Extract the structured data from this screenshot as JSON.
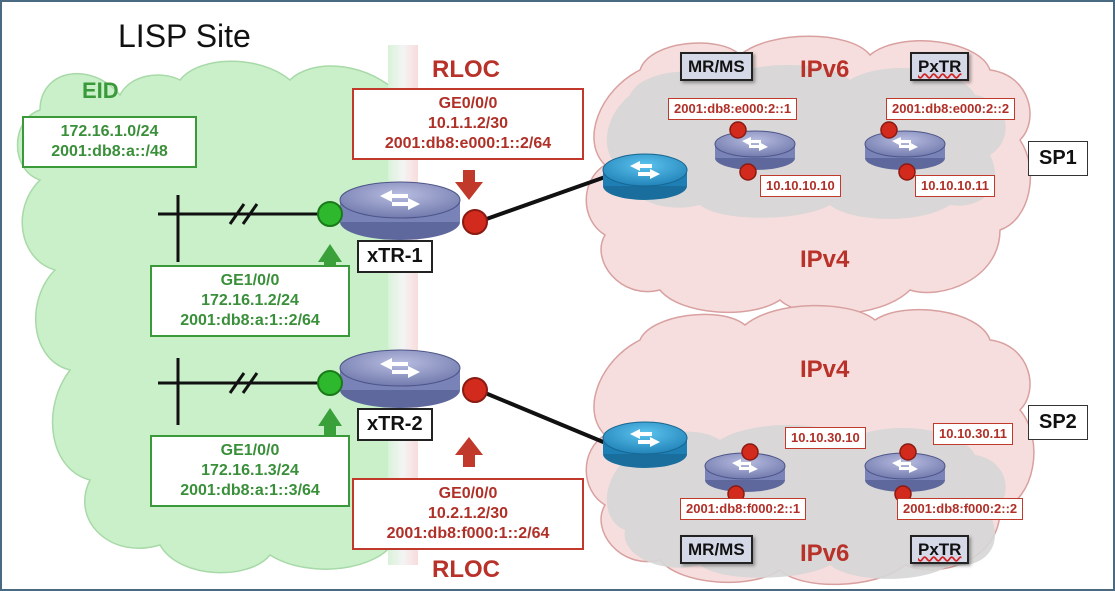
{
  "title": "LISP Site",
  "eid": {
    "label": "EID",
    "prefix_v4": "172.16.1.0/24",
    "prefix_v6": "2001:db8:a::/48"
  },
  "rloc_label_top": "RLOC",
  "rloc_label_bottom": "RLOC",
  "xtr1": {
    "name": "xTR-1",
    "inside": {
      "iface": "GE1/0/0",
      "v4": "172.16.1.2/24",
      "v6": "2001:db8:a:1::2/64"
    },
    "outside": {
      "iface": "GE0/0/0",
      "v4": "10.1.1.2/30",
      "v6": "2001:db8:e000:1::2/64"
    }
  },
  "xtr2": {
    "name": "xTR-2",
    "inside": {
      "iface": "GE1/0/0",
      "v4": "172.16.1.3/24",
      "v6": "2001:db8:a:1::3/64"
    },
    "outside": {
      "iface": "GE0/0/0",
      "v4": "10.2.1.2/30",
      "v6": "2001:db8:f000:1::2/64"
    }
  },
  "sp1": {
    "name": "SP1",
    "ipv6_label": "IPv6",
    "ipv4_label": "IPv4",
    "mrms": {
      "role": "MR/MS",
      "v6": "2001:db8:e000:2::1",
      "v4": "10.10.10.10"
    },
    "pxtr": {
      "role": "PxTR",
      "v6": "2001:db8:e000:2::2",
      "v4": "10.10.10.11"
    }
  },
  "sp2": {
    "name": "SP2",
    "ipv6_label": "IPv6",
    "ipv4_label": "IPv4",
    "mrms": {
      "role": "MR/MS",
      "v6": "2001:db8:f000:2::1",
      "v4": "10.10.30.10"
    },
    "pxtr": {
      "role": "PxTR",
      "v6": "2001:db8:f000:2::2",
      "v4": "10.10.30.11"
    }
  },
  "colors": {
    "eid_cloud": "#c9f0c9",
    "sp_cloud": "#f6dede",
    "cloud_outline": "#d9a0a0",
    "inner_gray": "#d6d6d6",
    "router_blue": "#2a9bd2",
    "router_gray": "#8a93c4",
    "rloc_red": "#c0392b",
    "eid_green": "#3a9a3a"
  },
  "icons": {
    "router": "router-icon",
    "interface_dot": "interface-dot-icon",
    "arrow": "arrow-icon",
    "link_break": "link-break-icon"
  }
}
